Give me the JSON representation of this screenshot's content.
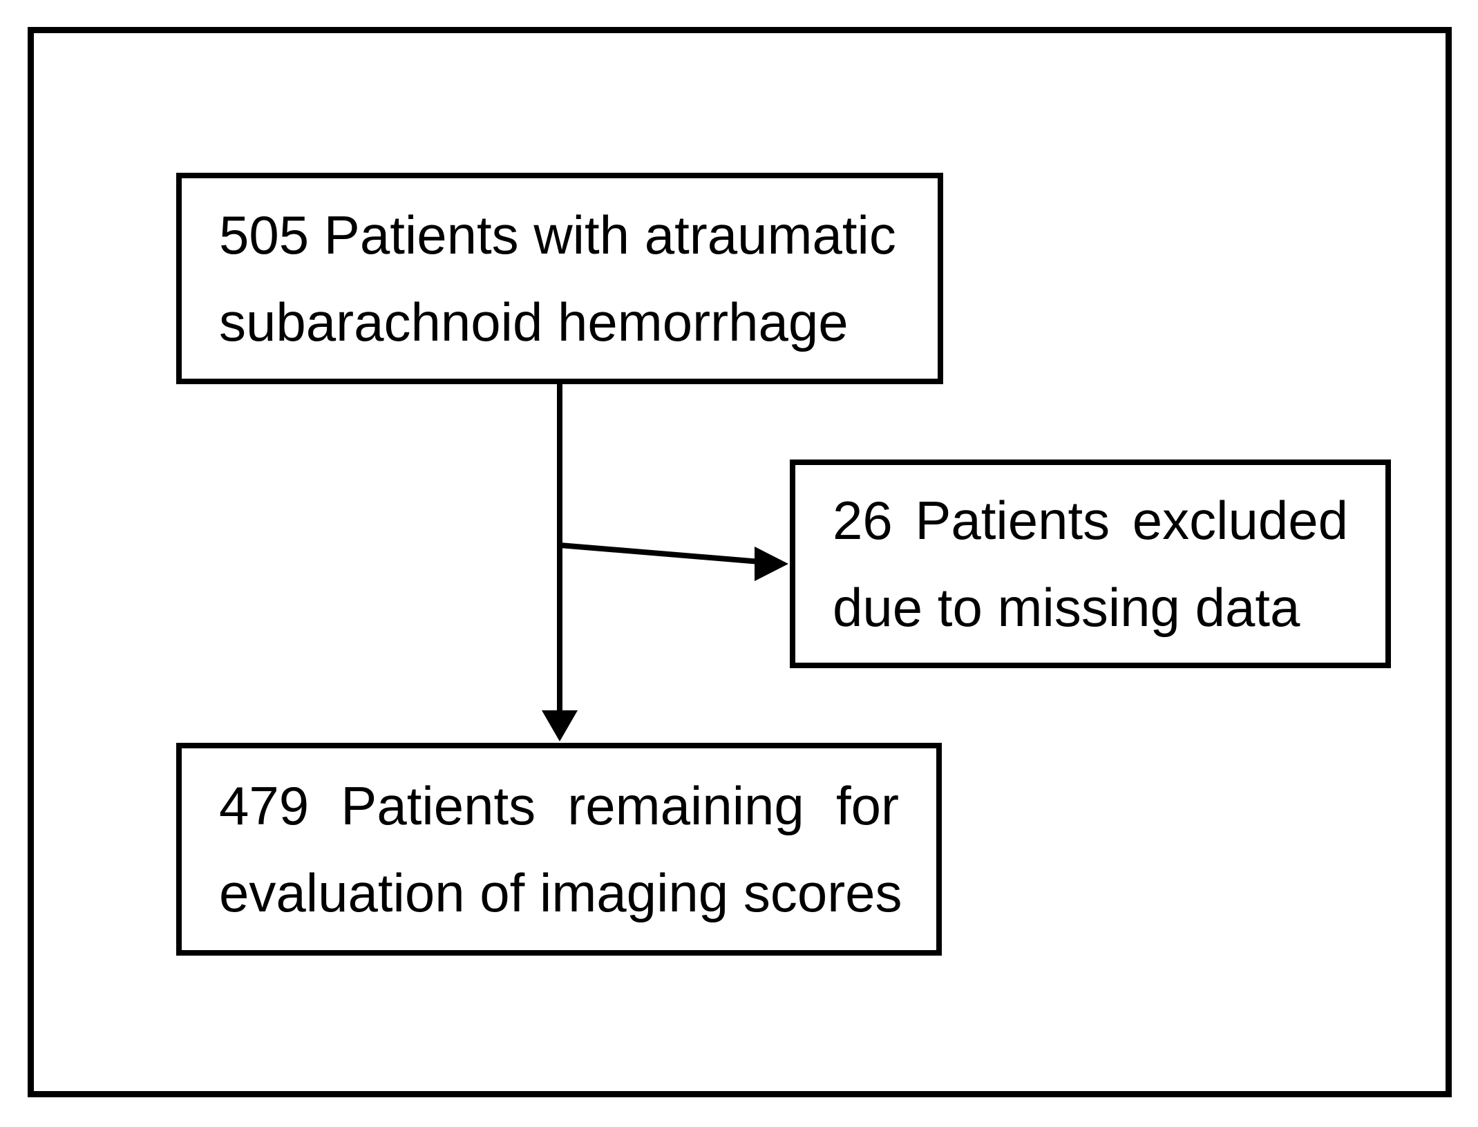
{
  "figure": {
    "kind": "patient-flow-diagram",
    "background_color": "#ffffff",
    "stroke_color": "#000000"
  },
  "boxes": {
    "initial": {
      "count": 505,
      "line1": "505 Patients with atraumatic",
      "line2": "subarachnoid hemorrhage"
    },
    "excluded": {
      "count": 26,
      "line1": "26 Patients excluded",
      "line2": "due to missing data"
    },
    "remaining": {
      "count": 479,
      "line1": "479 Patients remaining for",
      "line2": "evaluation of imaging scores"
    }
  },
  "flow": {
    "arrows": [
      {
        "from": "initial",
        "to": "remaining",
        "direction": "down"
      },
      {
        "from": "initial",
        "to": "excluded",
        "direction": "right"
      }
    ]
  }
}
